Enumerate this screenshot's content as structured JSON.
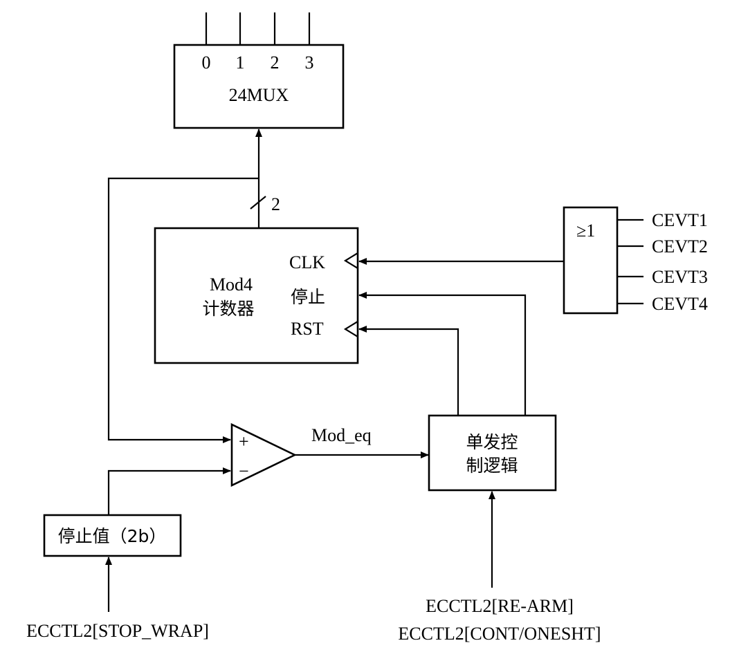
{
  "mux": {
    "title": "24MUX",
    "inputs": [
      "0",
      "1",
      "2",
      "3"
    ]
  },
  "counter": {
    "title_line1": "Mod4",
    "title_line2": "计数器",
    "clk": "CLK",
    "stop": "停止",
    "rst": "RST"
  },
  "bus_width": "2",
  "or_gate": {
    "symbol": "≥1",
    "inputs": [
      "CEVT1",
      "CEVT2",
      "CEVT3",
      "CEVT4"
    ]
  },
  "comparator": {
    "plus": "+",
    "minus": "−",
    "output": "Mod_eq"
  },
  "oneshot": {
    "line1": "单发控",
    "line2": "制逻辑",
    "inputs": [
      "ECCTL2[RE-ARM]",
      "ECCTL2[CONT/ONESHT]"
    ]
  },
  "stop_value": {
    "label": "停止值（2b）",
    "input": "ECCTL2[STOP_WRAP]"
  }
}
